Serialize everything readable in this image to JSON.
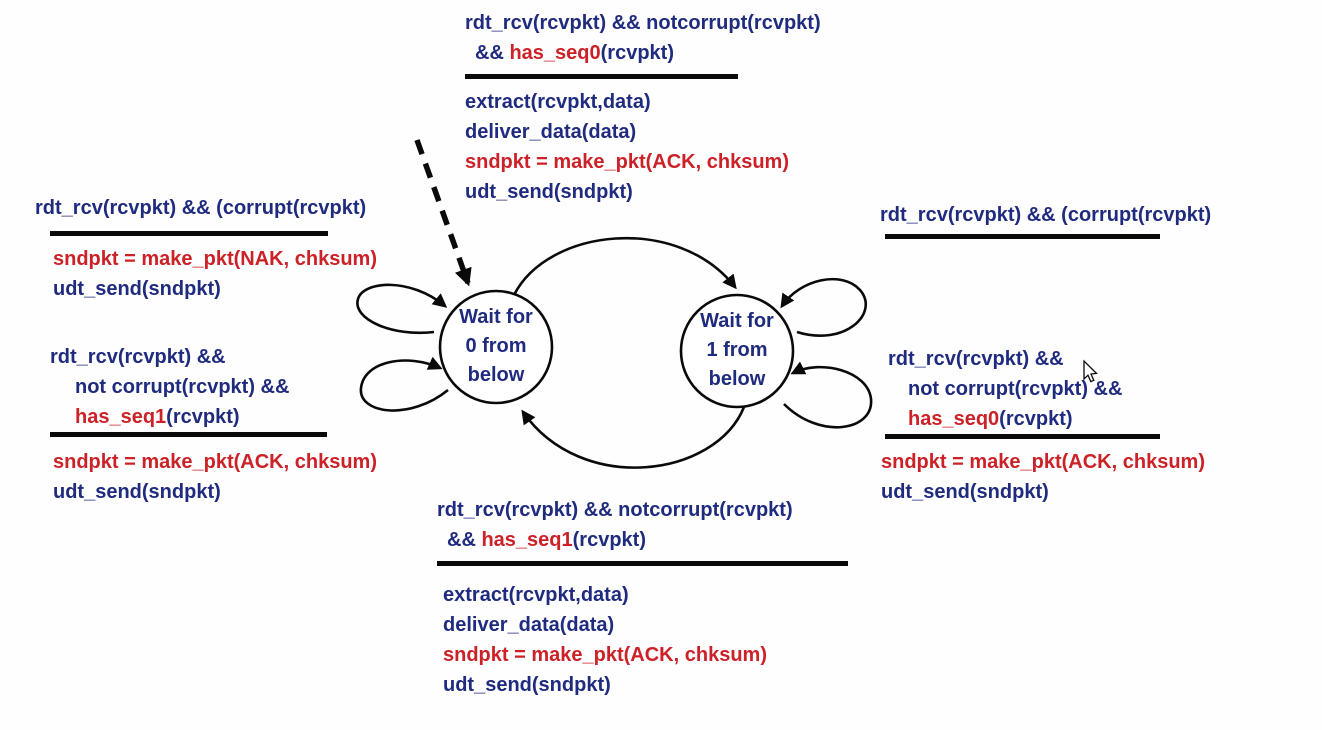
{
  "colors": {
    "condition_blue": "#1f2b7e",
    "action_red": "#cc2127",
    "divider_black": "#0a0a0a",
    "background": "#fefefe"
  },
  "states": {
    "left": {
      "line1": "Wait for",
      "line2": "0 from",
      "line3": "below"
    },
    "right": {
      "line1": "Wait for",
      "line2": "1 from",
      "line3": "below"
    }
  },
  "blocks": {
    "top_center": {
      "cond1": "rdt_rcv(rcvpkt) && notcorrupt(rcvpkt)",
      "cond2_pre": "&& ",
      "cond2_hl": "has_seq0",
      "cond2_post": "(rcvpkt)",
      "act1": "extract(rcvpkt,data)",
      "act2": "deliver_data(data)",
      "act3": "sndpkt = make_pkt(ACK, chksum)",
      "act4": "udt_send(sndpkt)"
    },
    "left_upper": {
      "cond1": "rdt_rcv(rcvpkt) && (corrupt(rcvpkt)",
      "act1": "sndpkt = make_pkt(NAK, chksum)",
      "act2": "udt_send(sndpkt)"
    },
    "left_lower": {
      "cond1": "rdt_rcv(rcvpkt) &&",
      "cond2": "not corrupt(rcvpkt) &&",
      "cond3_hl": "has_seq1",
      "cond3_post": "(rcvpkt)",
      "act1": "sndpkt = make_pkt(ACK, chksum)",
      "act2": "udt_send(sndpkt)"
    },
    "right_upper": {
      "cond1": "rdt_rcv(rcvpkt) && (corrupt(rcvpkt)"
    },
    "right_lower": {
      "cond1": "rdt_rcv(rcvpkt) &&",
      "cond2": "not corrupt(rcvpkt) &&",
      "cond3_hl": "has_seq0",
      "cond3_post": "(rcvpkt)",
      "act1": "sndpkt = make_pkt(ACK, chksum)",
      "act2": "udt_send(sndpkt)"
    },
    "bottom_center": {
      "cond1": "rdt_rcv(rcvpkt) && notcorrupt(rcvpkt)",
      "cond2_pre": "&& ",
      "cond2_hl": "has_seq1",
      "cond2_post": "(rcvpkt)",
      "act1": "extract(rcvpkt,data)",
      "act2": "deliver_data(data)",
      "act3": "sndpkt = make_pkt(ACK, chksum)",
      "act4": "udt_send(sndpkt)"
    }
  }
}
